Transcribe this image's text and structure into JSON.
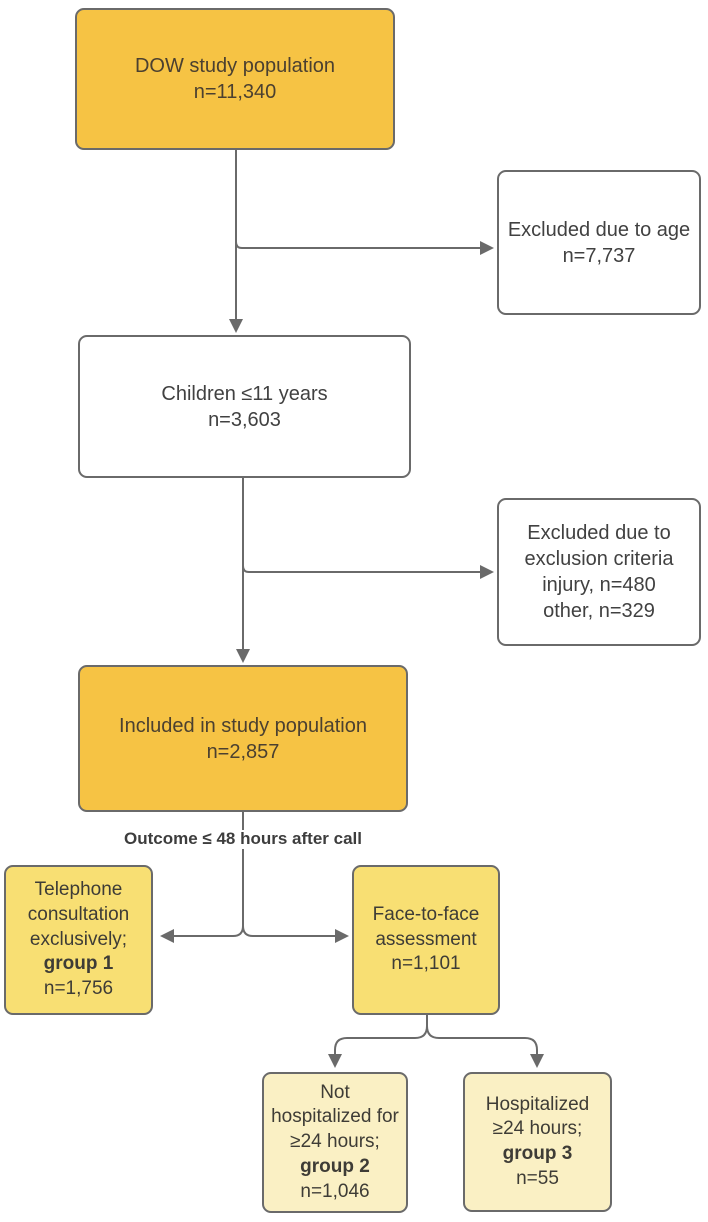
{
  "diagram": {
    "kind": "study-flowchart",
    "outcome_note": "Outcome ≤ 48 hours after call"
  },
  "nodes": {
    "dow": {
      "lines": [
        "DOW study population",
        "n=11,340"
      ]
    },
    "excluded_age": {
      "lines": [
        "Excluded due to age",
        "n=7,737"
      ]
    },
    "children": {
      "lines": [
        "Children ≤11 years",
        "n=3,603"
      ]
    },
    "excluded_criteria": {
      "lines": [
        "Excluded due to",
        "exclusion criteria",
        "injury, n=480",
        "other, n=329"
      ]
    },
    "included": {
      "lines": [
        "Included in study population",
        "n=2,857"
      ]
    },
    "group1": {
      "lines": [
        "Telephone",
        "consultation",
        "exclusively;",
        "group 1",
        "n=1,756"
      ]
    },
    "face_to_face": {
      "lines": [
        "Face-to-face",
        "assessment",
        "n=1,101"
      ]
    },
    "group2": {
      "lines": [
        "Not",
        "hospitalized for",
        "≥24 hours;",
        "group 2",
        "n=1,046"
      ]
    },
    "group3": {
      "lines": [
        "Hospitalized",
        "≥24 hours;",
        "group 3",
        "n=55"
      ]
    }
  },
  "colors": {
    "accent_orange": "#f6c344",
    "accent_yellow": "#f8df73",
    "accent_pale_yellow": "#faf0c4",
    "border_gray": "#6a6a6a",
    "connector_gray": "#6a6a6a",
    "text_dark": "#414141"
  }
}
